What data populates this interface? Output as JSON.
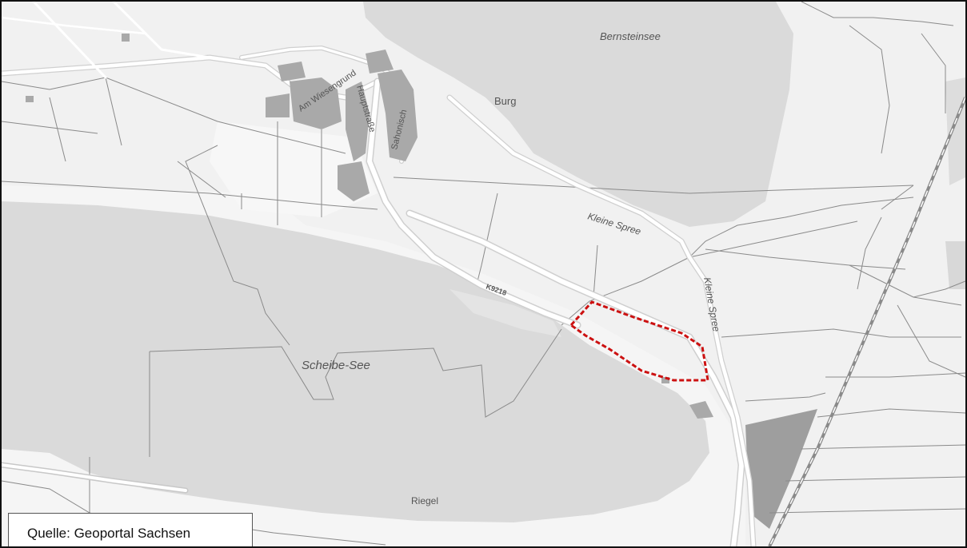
{
  "map": {
    "labels": {
      "lake_north": "Bernsteinsee",
      "lake_south": "Scheibe-See",
      "village": "Burg",
      "place_south": "Riegel",
      "river_1": "Kleine Spree",
      "river_2": "Kleine Spree",
      "road_code": "K9218",
      "street_1": "Am Wiesengrund",
      "street_2": "Hauptstraße",
      "street_3": "Sahonisch"
    },
    "colors": {
      "water": "#dadada",
      "land": "#f1f1f1",
      "roads": "#ffffff",
      "buildings": "#a9a9a9",
      "boundary_lines": "#8a8a8a",
      "marked_area": "#cc1111"
    }
  },
  "source": {
    "text": "Quelle: Geoportal Sachsen"
  }
}
